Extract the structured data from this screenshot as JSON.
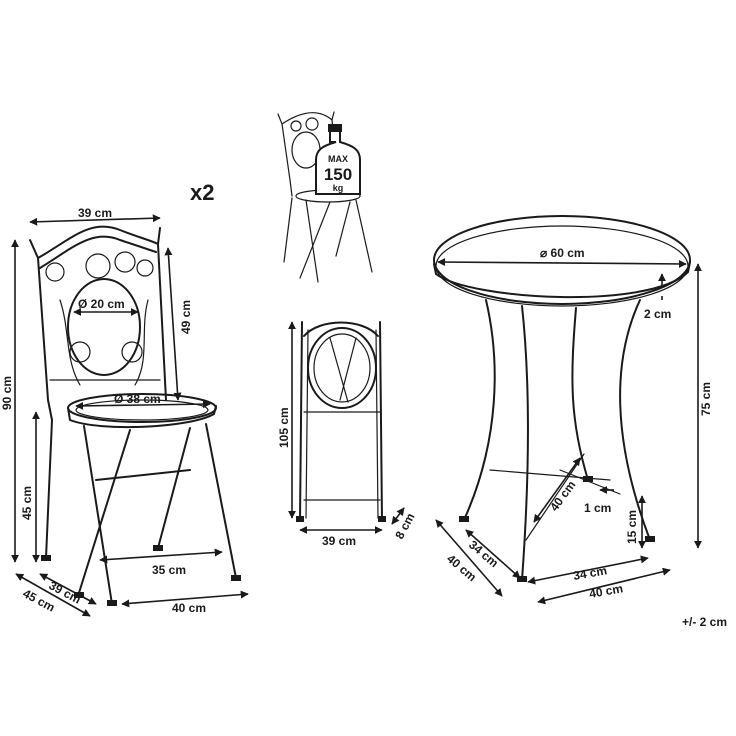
{
  "quantity": "x2",
  "badge": {
    "max": "MAX",
    "load": "150",
    "unit": "kg"
  },
  "chair": {
    "width_top": "39 cm",
    "back_circle": "Ø 20 cm",
    "back_height": "49 cm",
    "seat_diameter": "Ø 38 cm",
    "total_height": "90 cm",
    "seat_height": "45 cm",
    "leg_span": "35 cm",
    "depth_inner": "39 cm",
    "depth_outer": "45 cm",
    "base_width": "40 cm"
  },
  "folded": {
    "height": "105 cm",
    "width": "39 cm",
    "thickness": "8 cm"
  },
  "table": {
    "top_diameter": "⌀ 60 cm",
    "top_thickness": "2 cm",
    "height": "75 cm",
    "brace_width": "40 cm",
    "foot": "1 cm",
    "brace_height": "15 cm",
    "depth_inner": "34 cm",
    "depth_outer": "40 cm",
    "width_inner": "34 cm",
    "width_outer": "40 cm"
  },
  "tolerance": "+/- 2 cm"
}
